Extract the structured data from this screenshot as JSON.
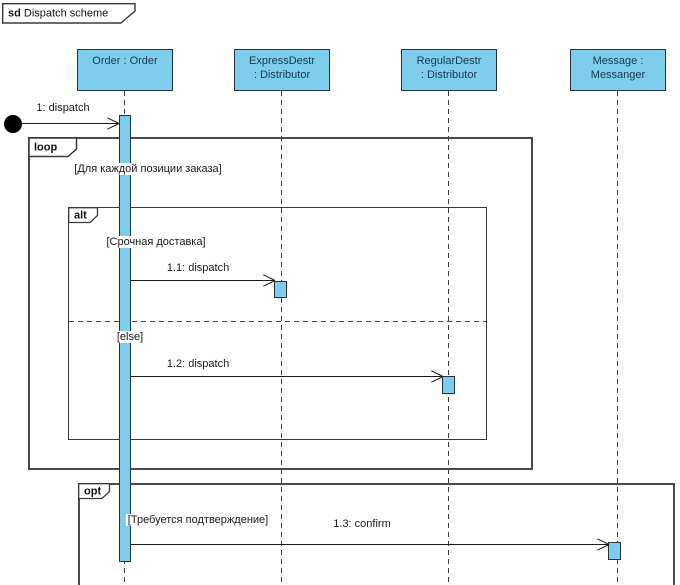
{
  "diagram": {
    "frame_keyword": "sd",
    "frame_name": "Dispatch scheme"
  },
  "lifelines": [
    {
      "id": "order",
      "lines": [
        "Order : Order"
      ]
    },
    {
      "id": "express",
      "lines": [
        "ExpressDestr",
        ": Distributor"
      ]
    },
    {
      "id": "regular",
      "lines": [
        "RegularDestr",
        ": Distributor"
      ]
    },
    {
      "id": "messanger",
      "lines": [
        "Message :",
        "Messanger"
      ]
    }
  ],
  "fragments": [
    {
      "operator": "loop",
      "guard": "[Для каждой позиции заказа]"
    },
    {
      "operator": "alt",
      "guard": "[Срочная доставка]",
      "else_guard": "[else]"
    },
    {
      "operator": "opt",
      "guard": "[Требуется подтверждение]"
    }
  ],
  "messages": [
    {
      "label": "1: dispatch",
      "from": "found",
      "to": "order"
    },
    {
      "label": "1.1: dispatch",
      "from": "order",
      "to": "express"
    },
    {
      "label": "1.2: dispatch",
      "from": "order",
      "to": "regular"
    },
    {
      "label": "1.3: confirm",
      "from": "order",
      "to": "messanger"
    }
  ],
  "colors": {
    "lifeline_fill": "#7ecdec",
    "lifeline_border": "#24333d",
    "fragment_border": "#4a4a4a",
    "text": "#1a1a1a",
    "header_text": "#173a52"
  }
}
